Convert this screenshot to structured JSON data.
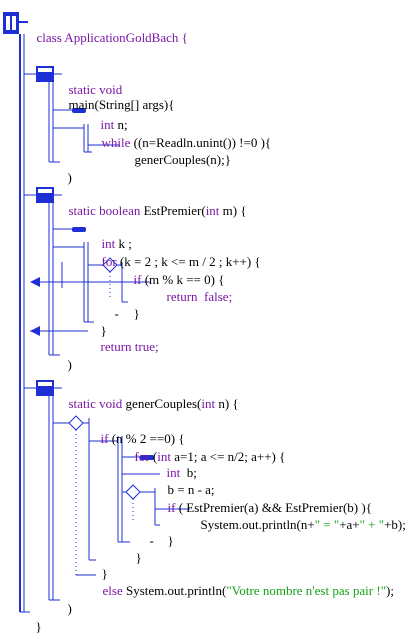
{
  "title": "class ApplicationGoldBach {",
  "colors": {
    "structure": "#1f2fd6",
    "keyword": "#7a17a6",
    "text": "#000000",
    "string": "#12a312"
  },
  "methods": {
    "main": {
      "sig_kw": "static void",
      "sig_rest": "main(String[] args){",
      "decl_kw": "int",
      "decl_rest": " n;",
      "while_kw": "while",
      "while_rest": " ((n=Readln.unint()) !=0 ){",
      "call": "generCouples(n);}",
      "close": ")"
    },
    "estpremier": {
      "sig_kw1": "static boolean",
      "sig_name": " EstPremier(",
      "sig_kw2": "int",
      "sig_rest": " m) {",
      "decl_kw": "int",
      "decl_rest": " k ;",
      "for_kw": "for",
      "for_rest": " (k = 2 ; k <= m / 2 ; k++) {",
      "if_kw": "if",
      "if_rest": " (m % k == 0) {",
      "return_false": "return  false;",
      "dash": "-",
      "brace1": "}",
      "brace2": "}",
      "return_true": "return true;",
      "close": ")"
    },
    "genercouples": {
      "sig_kw": "static void",
      "sig_name": " generCouples(",
      "sig_kw2": "int",
      "sig_rest": " n) {",
      "if_kw": "if",
      "if_rest": " (n % 2 ==0) {",
      "for_kw": "for",
      "for_open": " (",
      "for_int": "int",
      "for_rest": " a=1; a <= n/2; a++) {",
      "decl_kw": "int",
      "decl_rest": "  b;",
      "assign": "b = n - a;",
      "inner_if_kw": "if",
      "inner_if_rest": " ( EstPremier(a) && EstPremier(b) ){",
      "print1_a": "System.out.println(n+",
      "print1_s1": "\" = \"",
      "print1_b": "+a+",
      "print1_s2": "\" + \"",
      "print1_c": "+b);",
      "dash": "-",
      "brace_inner": "}",
      "brace_for": "}",
      "brace_if": "}",
      "else_kw": "else",
      "else_call": " System.out.println(",
      "else_str": "\"Votre nombre n'est pas pair !\"",
      "else_end": ");",
      "close": ")"
    },
    "class_close": "}"
  }
}
